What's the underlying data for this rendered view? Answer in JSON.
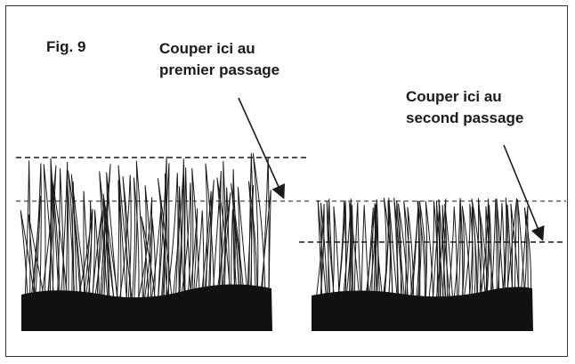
{
  "figure": {
    "title": "Fig. 9"
  },
  "labels": {
    "first_cut": {
      "line1": "Couper ici au",
      "line2": "premier passage"
    },
    "second_cut": {
      "line1": "Couper ici au",
      "line2": "second passage"
    }
  },
  "colors": {
    "ink": "#1a1a1a",
    "background": "#ffffff"
  }
}
